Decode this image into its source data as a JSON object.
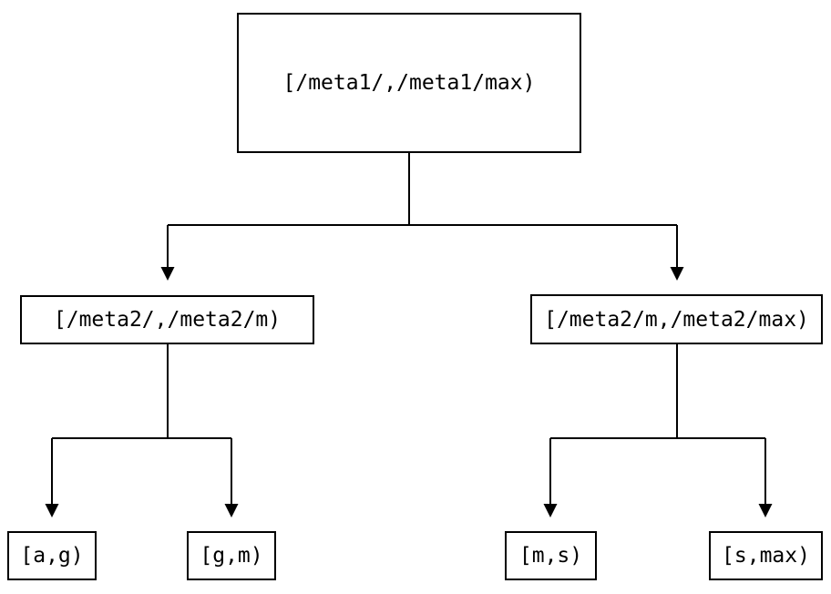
{
  "diagram": {
    "colors": {
      "background": "#ffffff",
      "line": "#000000",
      "text": "#000000"
    },
    "nodes": {
      "root": {
        "label": "[/meta1/,/meta1/max)"
      },
      "left_child": {
        "label": "[/meta2/,/meta2/m)"
      },
      "right_child": {
        "label": "[/meta2/m,/meta2/max)"
      },
      "leaf_ag": {
        "label": "[a,g)"
      },
      "leaf_gm": {
        "label": "[g,m)"
      },
      "leaf_ms": {
        "label": "[m,s)"
      },
      "leaf_smax": {
        "label": "[s,max)"
      }
    },
    "edges": [
      {
        "from": "root",
        "to": "left_child"
      },
      {
        "from": "root",
        "to": "right_child"
      },
      {
        "from": "left_child",
        "to": "leaf_ag"
      },
      {
        "from": "left_child",
        "to": "leaf_gm"
      },
      {
        "from": "right_child",
        "to": "leaf_ms"
      },
      {
        "from": "right_child",
        "to": "leaf_smax"
      }
    ]
  }
}
